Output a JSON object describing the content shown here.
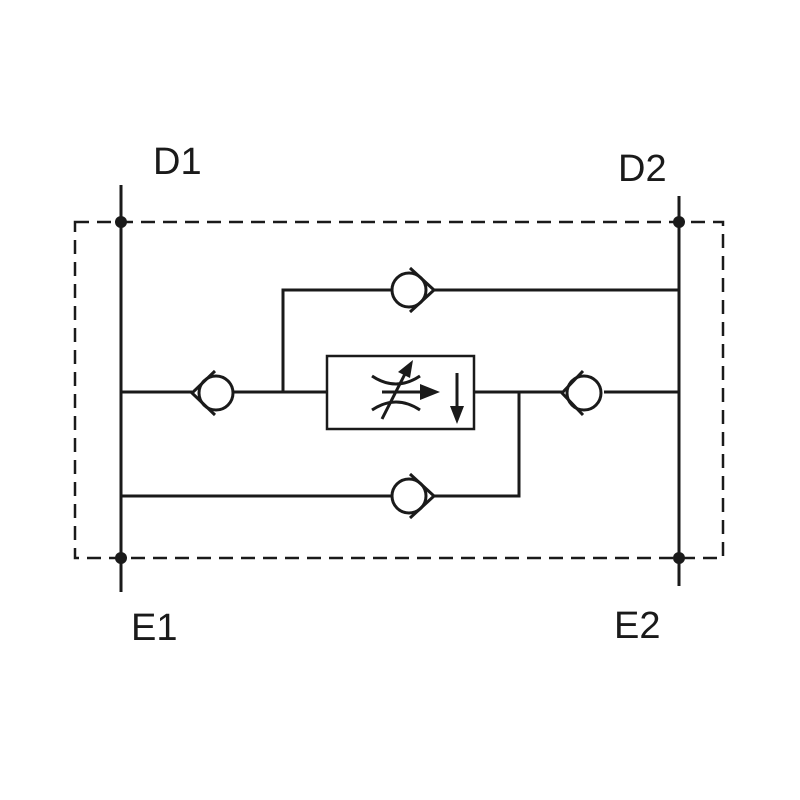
{
  "ports": {
    "d1": "D1",
    "d2": "D2",
    "e1": "E1",
    "e2": "E2"
  },
  "colors": {
    "line": "#1a1a1a",
    "background": "#ffffff"
  },
  "symbols": {
    "check_valve": "check-valve-icon",
    "flow_control": "adjustable-flow-control-icon",
    "junction": "junction-dot"
  }
}
